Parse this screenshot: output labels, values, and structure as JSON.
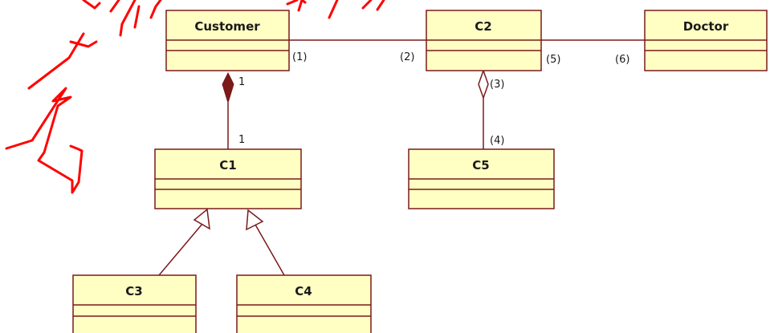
{
  "colors": {
    "class_fill": "#ffffc4",
    "class_border": "#7a1a1a",
    "connector": "#7a1a1a",
    "composition_diamond": "#7a1a1a",
    "watermark": "#ff0000"
  },
  "classes": {
    "customer": "Customer",
    "c2": "C2",
    "doctor": "Doctor",
    "c1": "C1",
    "c5": "C5",
    "c3": "C3",
    "c4": "C4"
  },
  "labels": {
    "l1": "(1)",
    "l2": "(2)",
    "l3": "(3)",
    "l4": "(4)",
    "l5": "(5)",
    "l6": "(6)",
    "composition_top_mult": "1",
    "composition_bottom_mult": "1"
  },
  "relations": [
    {
      "type": "association",
      "from": "Customer",
      "to": "C2"
    },
    {
      "type": "association",
      "from": "C2",
      "to": "Doctor"
    },
    {
      "type": "composition",
      "whole": "Customer",
      "part": "C1"
    },
    {
      "type": "aggregation",
      "whole": "C2",
      "part": "C5"
    },
    {
      "type": "generalization",
      "child": "C3",
      "parent": "C1"
    },
    {
      "type": "generalization",
      "child": "C4",
      "parent": "C1"
    }
  ]
}
